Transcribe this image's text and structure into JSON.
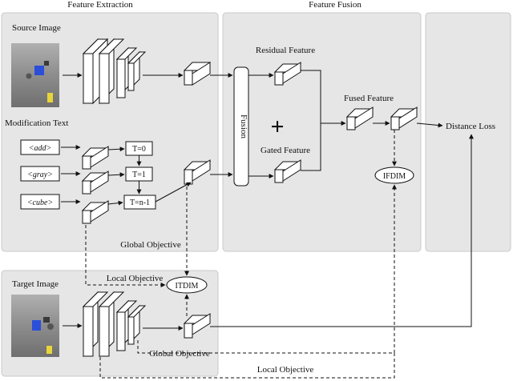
{
  "headers": {
    "feature_extraction": "Feature Extraction",
    "feature_fusion": "Feature Fusion"
  },
  "labels": {
    "source_image": "Source Image",
    "modification_text": "Modification Text",
    "target_image": "Target Image",
    "residual_feature": "Residual Feature",
    "gated_feature": "Gated  Feature",
    "fused_feature": "Fused Feature",
    "distance_loss": "Distance Loss",
    "fusion": "Fusion",
    "plus": "+",
    "global_objective_top": "Global Objective",
    "global_objective_bottom": "Global Objective",
    "local_objective_top": "Local Objective",
    "local_objective_bottom": "Local Objective",
    "itdim": "ITDIM",
    "ifdim": "IFDIM"
  },
  "tokens": [
    "<add>",
    "<gray>",
    "<cube>"
  ],
  "time_steps": [
    "T=0",
    "T=1",
    "T=n-1"
  ],
  "colors": {
    "panel": "#e6e6e6",
    "stroke": "#111111",
    "cube_blue": "#2b4fd8",
    "cube_yellow": "#e8d53a",
    "scene_floor": "#8e8e8e"
  }
}
